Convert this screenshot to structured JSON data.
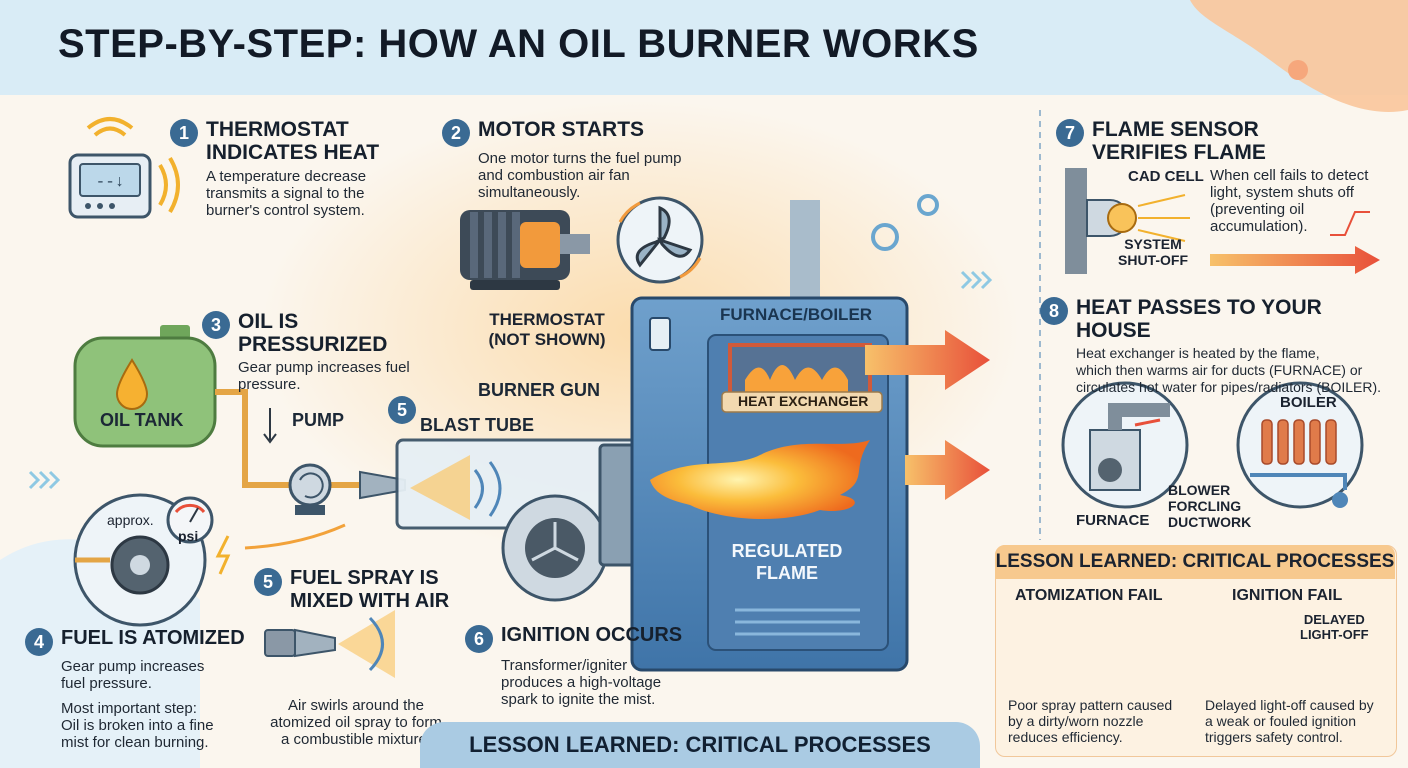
{
  "title": "STEP-BY-STEP: HOW AN OIL BURNER WORKS",
  "steps": [
    {
      "num": "1",
      "heading_lines": [
        "THERMOSTAT",
        "INDICATES HEAT"
      ],
      "body_lines": [
        "A temperature decrease",
        "transmits a signal to the",
        "burner's control system."
      ]
    },
    {
      "num": "2",
      "heading_lines": [
        "MOTOR STARTS"
      ],
      "body_lines": [
        "One motor turns the fuel pump",
        "and combustion air fan",
        "simultaneously."
      ]
    },
    {
      "num": "3",
      "heading_lines": [
        "OIL IS PRESSURIZED"
      ],
      "body_lines": [
        "Gear pump increases fuel",
        "pressure."
      ]
    },
    {
      "num": "4",
      "heading_lines": [
        "FUEL IS ATOMIZED"
      ],
      "body_lines": [
        "Gear pump increases",
        "fuel pressure."
      ],
      "extra_lines": [
        "Most important step:",
        "Oil is broken into a fine",
        "mist for clean burning."
      ]
    },
    {
      "num": "5",
      "heading_lines": [
        "FUEL SPRAY IS",
        "MIXED WITH AIR"
      ],
      "body_lines": [
        "Air swirls around the",
        "atomized oil spray to form",
        "a combustible mixture."
      ]
    },
    {
      "num": "6",
      "heading_lines": [
        "IGNITION OCCURS"
      ],
      "body_lines": [
        "Transformer/igniter",
        "produces a high-voltage",
        "spark to ignite the mist."
      ]
    },
    {
      "num": "7",
      "heading_lines": [
        "FLAME SENSOR",
        "VERIFIES FLAME"
      ],
      "body_lines": [
        "When cell fails to detect",
        "light, system shuts off",
        "(preventing oil",
        "accumulation)."
      ]
    },
    {
      "num": "8",
      "heading_lines": [
        "HEAT PASSES TO YOUR HOUSE"
      ],
      "body_lines": [
        "Heat exchanger is heated by the flame,",
        "which then warms air for ducts (FURNACE) or",
        "circulates hot water for pipes/radiators (BOILER)."
      ]
    }
  ],
  "step5_marker": "5",
  "labels": {
    "oil_tank": "OIL TANK",
    "pump": "PUMP",
    "approx": "approx.",
    "psi": "psi",
    "blast_tube": "BLAST TUBE",
    "burner_gun": "BURNER GUN",
    "thermostat_lines": [
      "THERMOSTAT",
      "(NOT SHOWN)"
    ],
    "furnace_boiler": "FURNACE/BOILER",
    "heat_exchanger": "HEAT EXCHANGER",
    "regulated_flame_lines": [
      "REGULATED",
      "FLAME"
    ],
    "cad_cell": "CAD CELL",
    "system_shutoff_lines": [
      "SYSTEM",
      "SHUT-OFF"
    ],
    "boiler": "BOILER",
    "furnace": "FURNACE",
    "blower_lines": [
      "BLOWER",
      "FORCLING",
      "DUCTWORK"
    ]
  },
  "lesson": {
    "title": "LESSON LEARNED: CRITICAL PROCESSES",
    "atomization": {
      "heading": "ATOMIZATION FAIL",
      "body_lines": [
        "Poor spray pattern caused",
        "by a dirty/worn nozzle",
        "reduces efficiency."
      ]
    },
    "ignition": {
      "heading": "IGNITION FAIL",
      "tag_lines": [
        "DELAYED",
        "LIGHT-OFF"
      ],
      "body_lines": [
        "Delayed light-off caused by",
        "a weak or fouled ignition",
        "triggers safety control."
      ]
    }
  },
  "bottom_banner": "LESSON LEARNED: CRITICAL PROCESSES",
  "colors": {
    "accent_blue": "#3a6a93",
    "furnace_blue": "#4f86b8",
    "flame_orange": "#f08a2c",
    "arrow_red": "#e8503a",
    "tank_green": "#8fc27a",
    "lesson_panel": "#fdf2e2"
  }
}
